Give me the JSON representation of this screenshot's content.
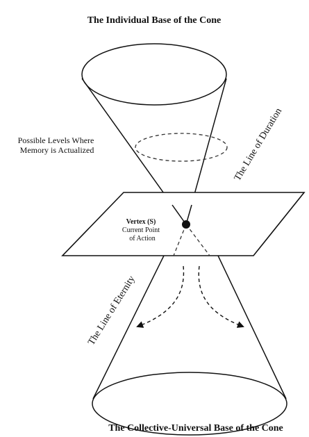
{
  "top_title": "The Individual Base of the Cone",
  "bottom_title": "The Collective-Universal Base of the Cone",
  "memory_label": {
    "line1": "Possible Levels Where",
    "line2": "Memory is Actualized"
  },
  "duration_label": "The Line of Duration",
  "eternity_label": "The Line of Eternity",
  "vertex": {
    "title": "Vertex (S)",
    "line1": "Current Point",
    "line2": "of Action"
  },
  "colors": {
    "stroke": "#111111",
    "background": "#ffffff"
  }
}
